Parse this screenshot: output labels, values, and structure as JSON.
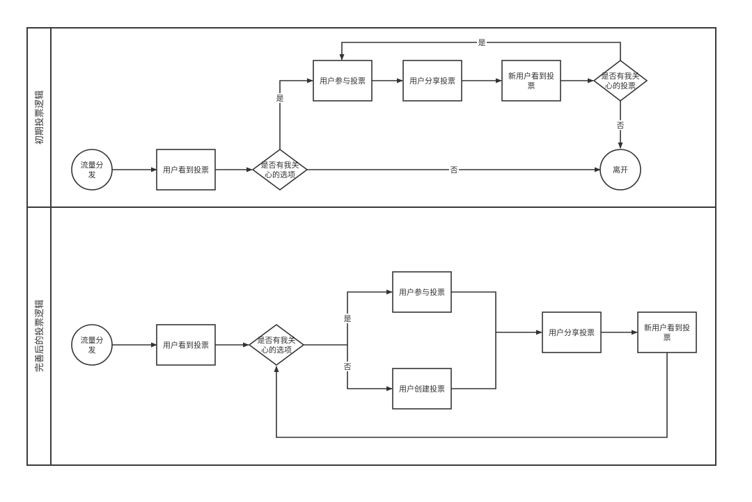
{
  "lanes": [
    {
      "title": "初期投票逻辑",
      "nodes": {
        "start": [
          "流量分",
          "发"
        ],
        "see": [
          "用户看到投票"
        ],
        "decide": [
          "是否有我关",
          "心的选项"
        ],
        "join": [
          "用户参与投票"
        ],
        "share": [
          "用户分享投票"
        ],
        "newuser": [
          "新用户看到投",
          "票"
        ],
        "decide2": [
          "是否有我关",
          "心的投票"
        ],
        "leave": [
          "离开"
        ]
      },
      "edge_labels": {
        "yes1": "是",
        "no1": "否",
        "yes2": "是",
        "no2": "否"
      }
    },
    {
      "title": "完善后的投票逻辑",
      "nodes": {
        "start": [
          "流量分",
          "发"
        ],
        "see": [
          "用户看到投票"
        ],
        "decide": [
          "是否有我关",
          "心的选项"
        ],
        "join": [
          "用户参与投票"
        ],
        "create": [
          "用户创建投票"
        ],
        "share": [
          "用户分享投票"
        ],
        "newuser": [
          "新用户看到投",
          "票"
        ]
      },
      "edge_labels": {
        "yes": "是",
        "no": "否"
      }
    }
  ],
  "colors": {
    "stroke": "#333333",
    "background": "#ffffff"
  }
}
